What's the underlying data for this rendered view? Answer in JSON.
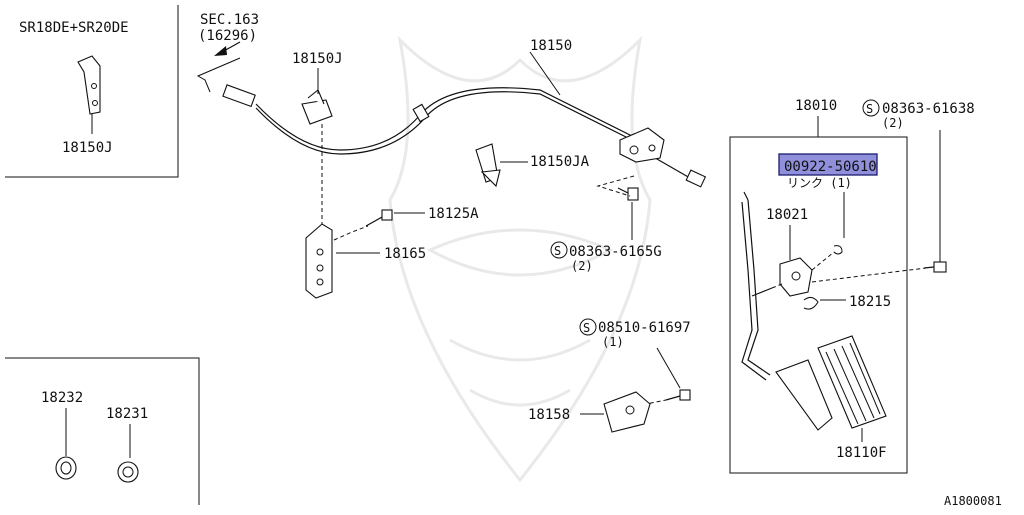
{
  "sections": {
    "engine_variant": "SR18DE+SR20DE",
    "sec_ref": "SEC.163",
    "sec_ref_num": "(16296)"
  },
  "parts": {
    "p18150J_inset": "18150J",
    "p18150J": "18150J",
    "p18150": "18150",
    "p18150JA": "18150JA",
    "p18125A": "18125A",
    "p18165": "18165",
    "p08363_6165G": "08363-6165G",
    "p08363_6165G_qty": "(2)",
    "p18010": "18010",
    "p08363_61638": "08363-61638",
    "p08363_61638_qty": "(2)",
    "p00922_50610": "00922-50610",
    "p00922_note": "リンク (1)",
    "p18021": "18021",
    "p18215": "18215",
    "p08510_61697": "08510-61697",
    "p08510_61697_qty": "(1)",
    "p18158": "18158",
    "p18110F": "18110F",
    "p18232": "18232",
    "p18231": "18231",
    "screw_symbol": "S"
  },
  "highlight_color": "#8f8fdc",
  "diagram_code": "A1800081"
}
